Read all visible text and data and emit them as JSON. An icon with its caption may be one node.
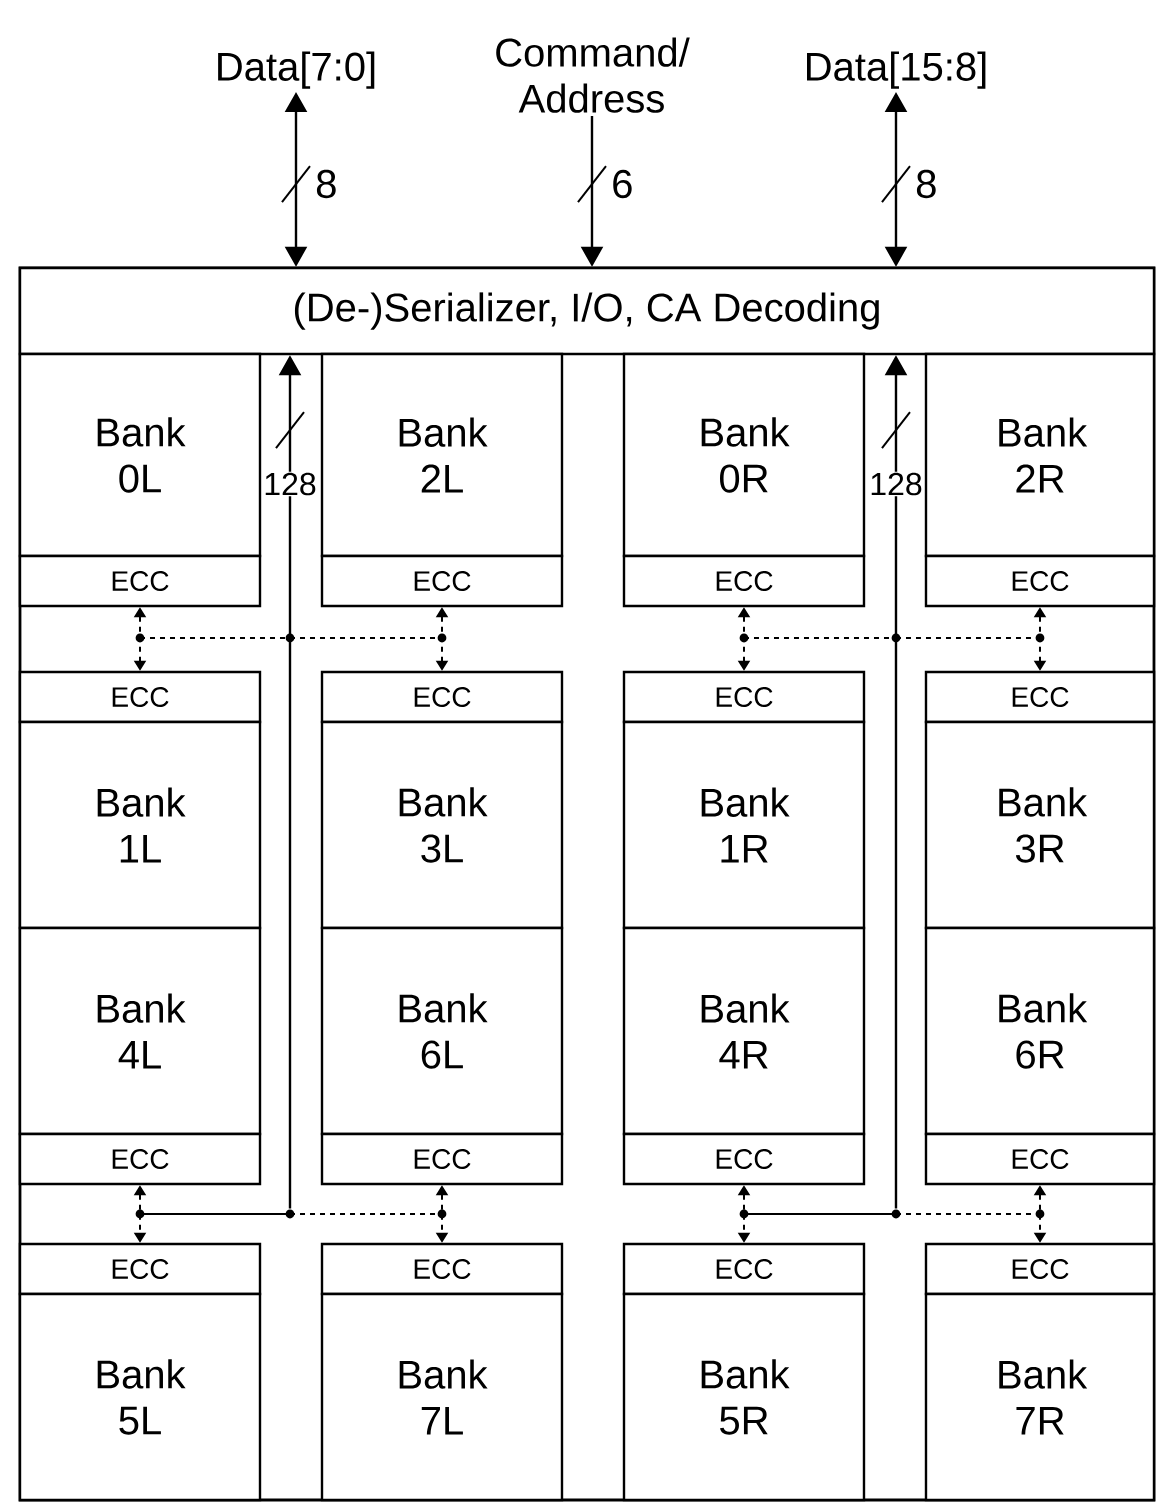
{
  "diagram": {
    "nodes": [
      {
        "text": [
          "Data[7:0]"
        ]
      },
      {
        "text": [
          "Command/ Address"
        ]
      },
      {
        "text": [
          "Data[15:8]"
        ]
      },
      {
        "text": [],
        "shape": "box"
      },
      {
        "text": [
          "(De-)Serializer, I/O, CA Decoding"
        ],
        "in": 3
      },
      {
        "text": [
          "Bank 0L"
        ],
        "in": 3
      },
      {
        "text": [
          "Bank 2L"
        ],
        "in": 3
      },
      {
        "text": [
          "Bank 0R"
        ],
        "in": 3
      },
      {
        "text": [
          "Bank 2R"
        ],
        "in": 3
      },
      {
        "text": [
          "ECC"
        ],
        "in": 3
      },
      {
        "text": [
          "ECC"
        ],
        "in": 3
      },
      {
        "text": [
          "ECC"
        ],
        "in": 3
      },
      {
        "text": [
          "ECC"
        ],
        "in": 3
      },
      {
        "text": [
          "ECC"
        ],
        "in": 3
      },
      {
        "text": [
          "ECC"
        ],
        "in": 3
      },
      {
        "text": [
          "ECC"
        ],
        "in": 3
      },
      {
        "text": [
          "ECC"
        ],
        "in": 3
      },
      {
        "text": [
          "Bank 1L"
        ],
        "in": 3
      },
      {
        "text": [
          "Bank 3L"
        ],
        "in": 3
      },
      {
        "text": [
          "Bank 1R"
        ],
        "in": 3
      },
      {
        "text": [
          "Bank 3R"
        ],
        "in": 3
      },
      {
        "text": [
          "Bank 4L"
        ],
        "in": 3
      },
      {
        "text": [
          "Bank 6L"
        ],
        "in": 3
      },
      {
        "text": [
          "Bank 4R"
        ],
        "in": 3
      },
      {
        "text": [
          "Bank 6R"
        ],
        "in": 3
      },
      {
        "text": [
          "ECC"
        ],
        "in": 3
      },
      {
        "text": [
          "ECC"
        ],
        "in": 3
      },
      {
        "text": [
          "ECC"
        ],
        "in": 3
      },
      {
        "text": [
          "ECC"
        ],
        "in": 3
      },
      {
        "text": [
          "ECC"
        ],
        "in": 3
      },
      {
        "text": [
          "ECC"
        ],
        "in": 3
      },
      {
        "text": [
          "ECC"
        ],
        "in": 3
      },
      {
        "text": [
          "ECC"
        ],
        "in": 3
      },
      {
        "text": [
          "Bank 5L"
        ],
        "in": 3
      },
      {
        "text": [
          "Bank 7L"
        ],
        "in": 3
      },
      {
        "text": [
          "Bank 5R"
        ],
        "in": 3
      },
      {
        "text": [
          "Bank 7R"
        ],
        "in": 3
      },
      {
        "text": [],
        "shape": "circle",
        "in": 3
      },
      {
        "text": [],
        "shape": "circle",
        "in": 3
      }
    ],
    "edges": [
      {
        "from": 0,
        "to": 4,
        "arrow": "both",
        "label": "8"
      },
      {
        "from": 1,
        "to": 4,
        "arrow": "to",
        "label": "6"
      },
      {
        "from": 2,
        "to": 4,
        "arrow": "both",
        "label": "8"
      },
      {
        "from": 37,
        "to": 4,
        "arrow": "to",
        "label": "128"
      },
      {
        "from": 38,
        "to": 4,
        "arrow": "to",
        "label": "128"
      },
      {
        "from": 9,
        "to": 13,
        "arrow": "both",
        "style": "dashed"
      },
      {
        "from": 10,
        "to": 14,
        "arrow": "both",
        "style": "dashed"
      },
      {
        "from": 11,
        "to": 15,
        "arrow": "both",
        "style": "dashed"
      },
      {
        "from": 12,
        "to": 16,
        "arrow": "both",
        "style": "dashed"
      },
      {
        "from": 25,
        "to": 29,
        "arrow": "both",
        "style": "dashed"
      },
      {
        "from": 26,
        "to": 30,
        "arrow": "both",
        "style": "dashed"
      },
      {
        "from": 27,
        "to": 31,
        "arrow": "both",
        "style": "dashed"
      },
      {
        "from": 28,
        "to": 32,
        "arrow": "both",
        "style": "dashed"
      }
    ]
  }
}
